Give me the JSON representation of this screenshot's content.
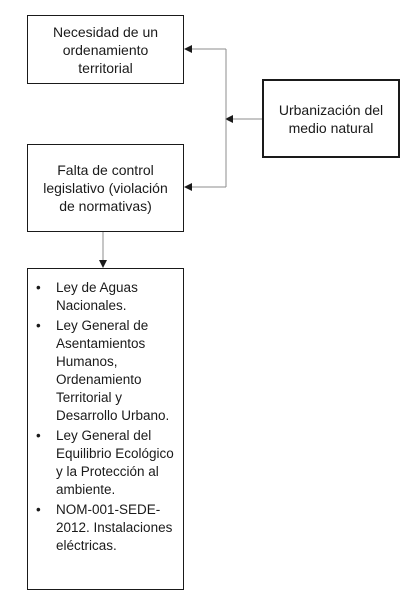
{
  "nodes": {
    "top": {
      "text": "Necesidad de un ordenamiento territorial"
    },
    "middle": {
      "text": "Falta de control legislativo (violación de normativas)"
    },
    "right": {
      "text": "Urbanización del medio natural"
    },
    "list": {
      "bullet": "•",
      "items": [
        "Ley de Aguas Nacionales.",
        "Ley General de Asentamientos Humanos, Ordenamiento Territorial y Desarrollo Urbano.",
        "Ley General del Equilibrio Ecológico y la Protección al ambiente.",
        "NOM-001-SEDE-2012. Instalaciones eléctricas."
      ]
    }
  },
  "colors": {
    "box_border": "#1a1a1a",
    "connector": "#8c8c8c",
    "arrowhead": "#1a1a1a"
  }
}
